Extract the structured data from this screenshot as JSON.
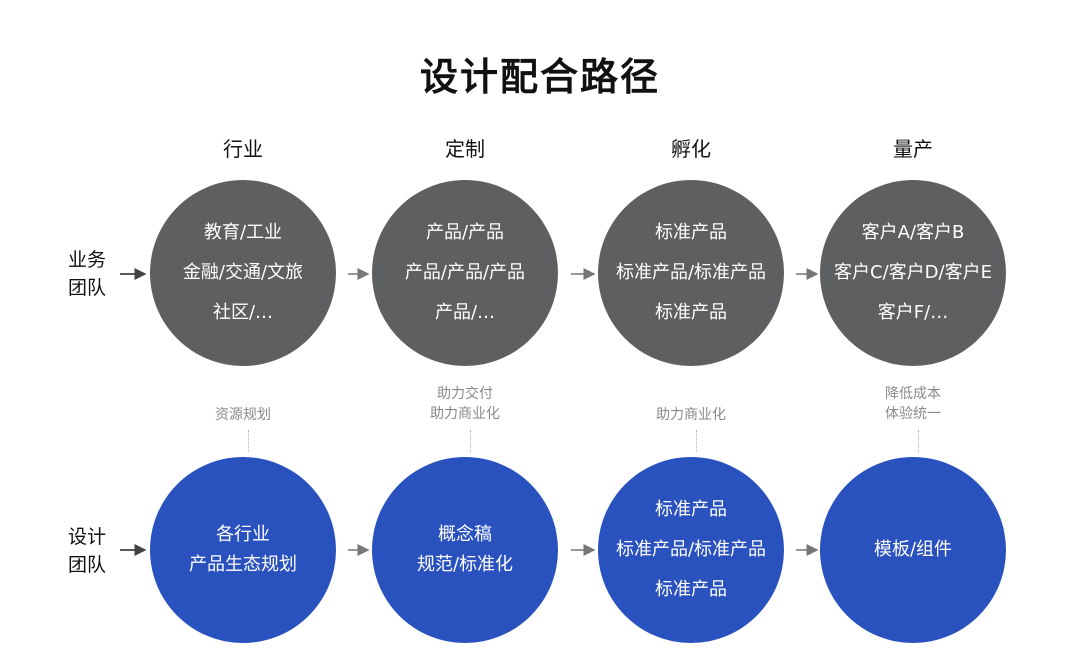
{
  "title": "设计配合路径",
  "stages": [
    "行业",
    "定制",
    "孵化",
    "量产"
  ],
  "business_team": {
    "label_line1": "业务",
    "label_line2": "团队",
    "circles": [
      {
        "lines": [
          "教育/工业",
          "金融/交通/文旅",
          "社区/…"
        ]
      },
      {
        "lines": [
          "产品/产品",
          "产品/产品/产品",
          "产品/…"
        ]
      },
      {
        "lines": [
          "标准产品",
          "标准产品/标准产品",
          "标准产品"
        ]
      },
      {
        "lines": [
          "客户A/客户B",
          "客户C/客户D/客户E",
          "客户F/…"
        ]
      }
    ]
  },
  "design_team": {
    "label_line1": "设计",
    "label_line2": "团队",
    "circles": [
      {
        "lines": [
          "各行业",
          "产品生态规划"
        ]
      },
      {
        "lines": [
          "概念稿",
          "规范/标准化"
        ]
      },
      {
        "lines": [
          "标准产品",
          "标准产品/标准产品",
          "标准产品"
        ]
      },
      {
        "lines": [
          "模板/组件"
        ]
      }
    ]
  },
  "notes": [
    {
      "lines": [
        "资源规划"
      ]
    },
    {
      "lines": [
        "助力交付",
        "助力商业化"
      ]
    },
    {
      "lines": [
        "助力商业化"
      ]
    },
    {
      "lines": [
        "降低成本",
        "体验统一"
      ]
    }
  ],
  "colors": {
    "business_circle": "#5e5f61",
    "design_circle": "#2a52be",
    "note_text": "#8a8a8a",
    "arrow": "#666666"
  }
}
